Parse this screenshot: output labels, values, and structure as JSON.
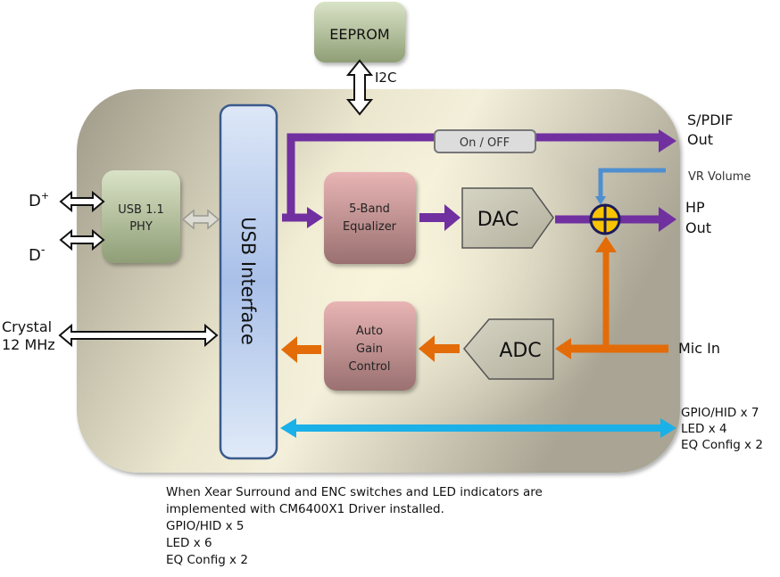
{
  "blocks": {
    "eeprom": "EEPROM",
    "usb_phy_line1": "USB 1.1",
    "usb_phy_line2": "PHY",
    "usb_interface": "USB Interface",
    "equalizer_line1": "5-Band",
    "equalizer_line2": "Equalizer",
    "dac": "DAC",
    "adc": "ADC",
    "agc_line1": "Auto",
    "agc_line2": "Gain",
    "agc_line3": "Control",
    "on_off_switch": "On / OFF"
  },
  "signals": {
    "i2c": "I2C",
    "d_plus": "D",
    "d_plus_sup": "+",
    "d_minus": "D",
    "d_minus_sup": "-",
    "crystal_line1": "Crystal",
    "crystal_line2": "12 MHz",
    "spdif_line1": "S/PDIF",
    "spdif_line2": "Out",
    "vr_volume": "VR Volume",
    "hp_line1": "HP",
    "hp_line2": "Out",
    "mic_in": "Mic In",
    "gpio_line1": "GPIO/HID x 7",
    "gpio_line2": "LED x 4",
    "gpio_line3": "EQ Config x 2"
  },
  "note": {
    "line1": "When Xear Surround and ENC switches and LED indicators are",
    "line2": "implemented with CM6400X1 Driver installed.",
    "line3": "GPIO/HID x 5",
    "line4": "LED x 6",
    "line5": "EQ Config x 2"
  },
  "colors": {
    "audio_out_path": "#7030a0",
    "audio_in_path": "#e36c09",
    "gpio_path": "#1ab0e8",
    "vr_path": "#4f8fd0",
    "mixer": "#f8c400"
  }
}
